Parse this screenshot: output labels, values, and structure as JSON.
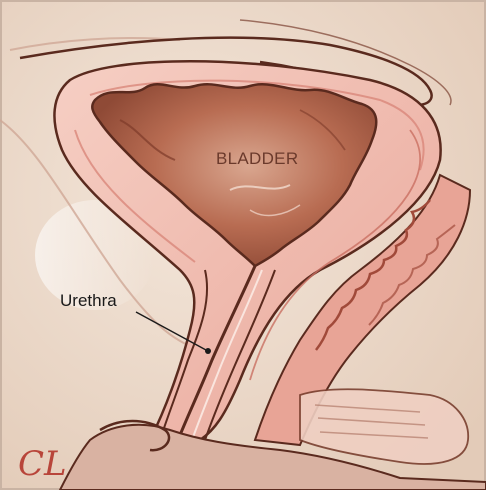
{
  "illustration": {
    "labels": {
      "bladder": "BLADDER",
      "urethra": "Urethra"
    },
    "signature": "CL",
    "palette": {
      "background": "#e9d7c8",
      "tissue_pink": "#efb8ad",
      "bladder_lumen": "#b86c52",
      "outline": "#5a2a1e",
      "signature": "#b8453a"
    }
  }
}
